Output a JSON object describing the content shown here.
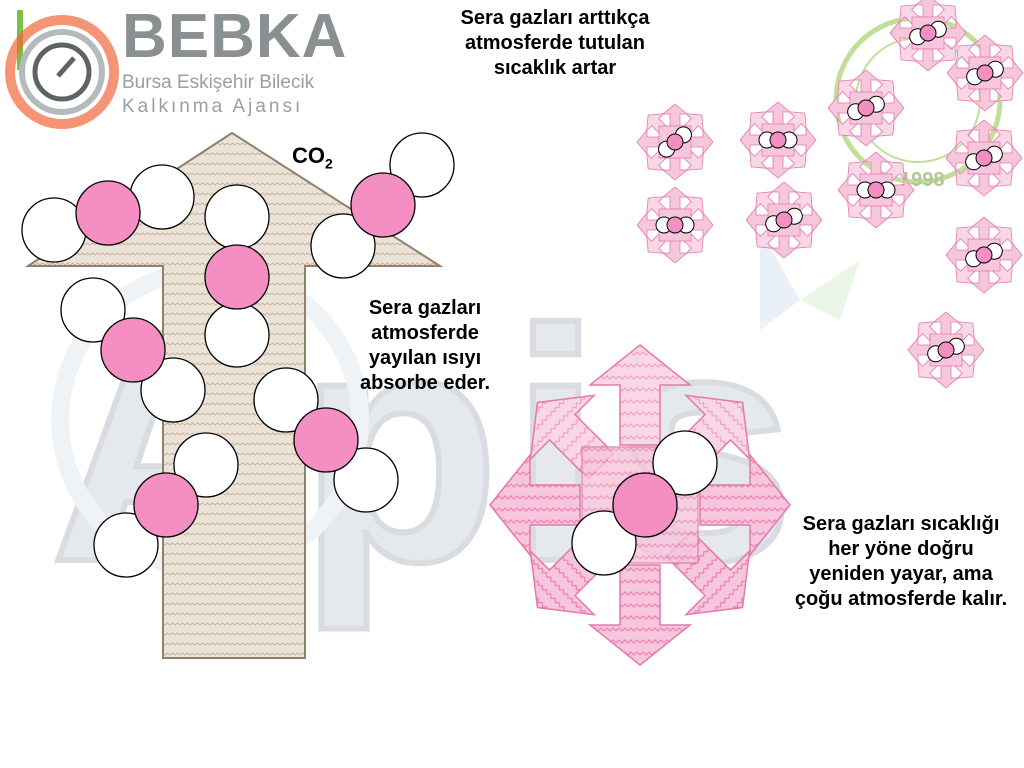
{
  "logo": {
    "name": "BEBKA",
    "subtitle_line1": "Bursa Eskişehir Bilecik",
    "subtitle_line2": "Kalkınma Ajansı"
  },
  "watermark": {
    "text": "Apis",
    "seal_year": "1998"
  },
  "labels": {
    "co2": "CO",
    "co2_subscript": "2",
    "top_caption": "Sera gazları arttıkça atmosferde tutulan sıcaklık artar",
    "middle_caption": "Sera gazları atmosferde yayılan ısıyı absorbe eder.",
    "right_caption": "Sera gazları sıcaklığı her yöne doğru yeniden yayar, ama çoğu atmosferde kalır."
  },
  "colors": {
    "carbon_atom": "#f58fc3",
    "oxygen_atom": "#ffffff",
    "heat_arrow_fill": "#e9dfd3",
    "radiation_arrows": "#f4a6c8",
    "atom_outline": "#000000",
    "logo_gray": "#8a8f91",
    "logo_green": "#79c043",
    "logo_orange": "#f2683a"
  }
}
